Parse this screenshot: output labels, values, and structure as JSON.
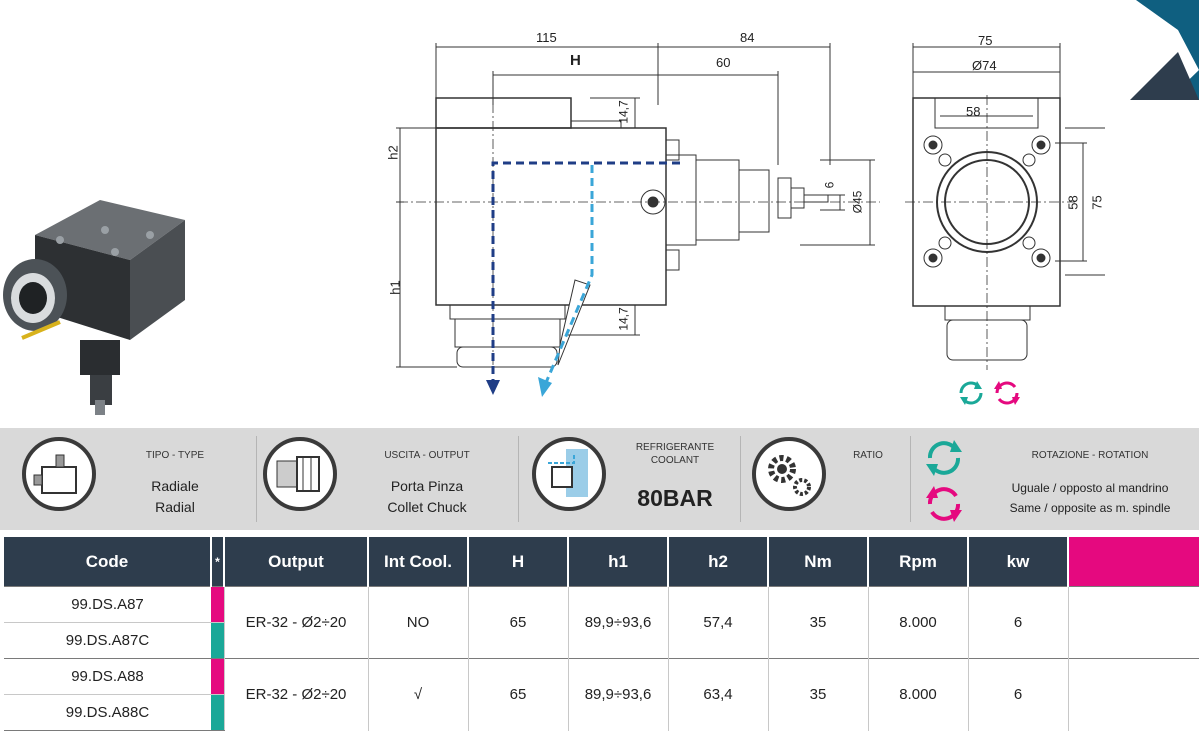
{
  "drawing": {
    "dims": {
      "top_left": "115",
      "top_right": "84",
      "h_label": "H",
      "sixty": "60",
      "h2": "h2",
      "h1": "h1",
      "fourteen_top": "14,7",
      "fourteen_bottom": "14,7",
      "six": "6",
      "dia45": "Ø45",
      "front_width": "75",
      "dia74": "Ø74",
      "fifty_eight_h": "58",
      "fifty_eight_v": "58",
      "seventy_five_v": "75"
    }
  },
  "info": {
    "type": {
      "caption": "TIPO - TYPE",
      "line1": "Radiale",
      "line2": "Radial"
    },
    "output": {
      "caption": "USCITA - OUTPUT",
      "line1": "Porta Pinza",
      "line2": "Collet Chuck"
    },
    "coolant": {
      "caption1": "REFRIGERANTE",
      "caption2": "COOLANT",
      "value": "80BAR"
    },
    "ratio": {
      "caption": "RATIO"
    },
    "rotation": {
      "caption": "ROTAZIONE - ROTATION",
      "line1": "Uguale / opposto al mandrino",
      "line2": "Same / opposite as m. spindle"
    }
  },
  "colors": {
    "navy": "#2e3d4d",
    "magenta": "#e5097f",
    "teal": "#1aa898",
    "corner": "#0f5f80"
  },
  "table": {
    "headers": {
      "code": "Code",
      "star": "*",
      "output": "Output",
      "intcool": "Int Cool.",
      "H": "H",
      "h1": "h1",
      "h2": "h2",
      "Nm": "Nm",
      "Rpm": "Rpm",
      "kw": "kw"
    },
    "rows": [
      {
        "code_a": "99.DS.A87",
        "code_b": "99.DS.A87C",
        "output": "ER-32 - Ø2÷20",
        "intcool": "NO",
        "H": "65",
        "h1": "89,9÷93,6",
        "h2": "57,4",
        "Nm": "35",
        "Rpm": "8.000",
        "kw": "6"
      },
      {
        "code_a": "99.DS.A88",
        "code_b": "99.DS.A88C",
        "output": "ER-32 - Ø2÷20",
        "intcool": "√",
        "H": "65",
        "h1": "89,9÷93,6",
        "h2": "63,4",
        "Nm": "35",
        "Rpm": "8.000",
        "kw": "6"
      }
    ]
  }
}
